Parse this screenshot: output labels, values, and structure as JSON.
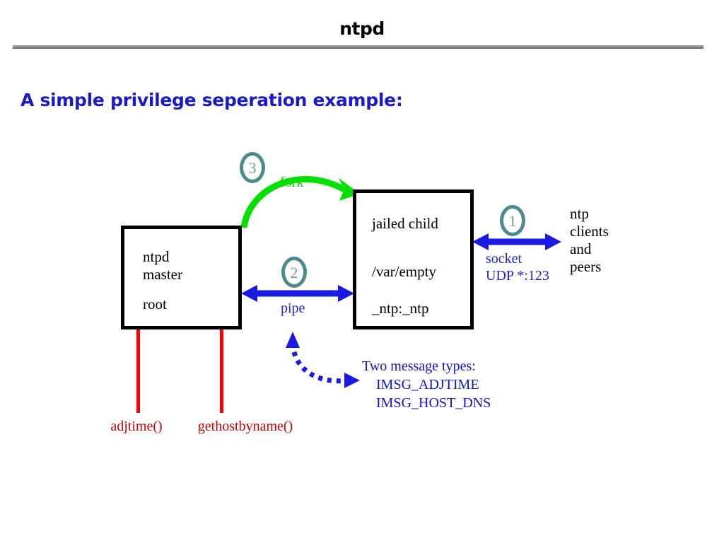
{
  "header": {
    "title": "ntpd"
  },
  "subtitle": "A simple privilege seperation example:",
  "boxes": {
    "master": {
      "line1": "ntpd",
      "line2": "master",
      "line3": "root"
    },
    "child": {
      "line1": "jailed child",
      "line2": "/var/empty",
      "line3": "_ntp:_ntp"
    }
  },
  "arrows": {
    "fork_label": "fork",
    "pipe_label": "pipe",
    "socket_label": "socket",
    "socket_port_label": "UDP *:123"
  },
  "steps": {
    "one": "1",
    "two": "2",
    "three": "3"
  },
  "syscalls": {
    "adjtime": "adjtime()",
    "gethostbyname": "gethostbyname()"
  },
  "peers": "ntp\nclients\nand\npeers",
  "message_note": {
    "heading": "Two message types:",
    "type1": "IMSG_ADJTIME",
    "type2": "IMSG_HOST_DNS"
  },
  "colors": {
    "title_rule": "#9a9a9a",
    "subtitle_blue": "#1a1ac8",
    "arrow_blue": "#1a1ae0",
    "fork_green": "#00d900",
    "syscall_red": "#cc0000",
    "red_line": "#fe0000",
    "step_teal": "#4c8a8c",
    "note_blue": "#1414c8",
    "box_border": "#000000"
  }
}
